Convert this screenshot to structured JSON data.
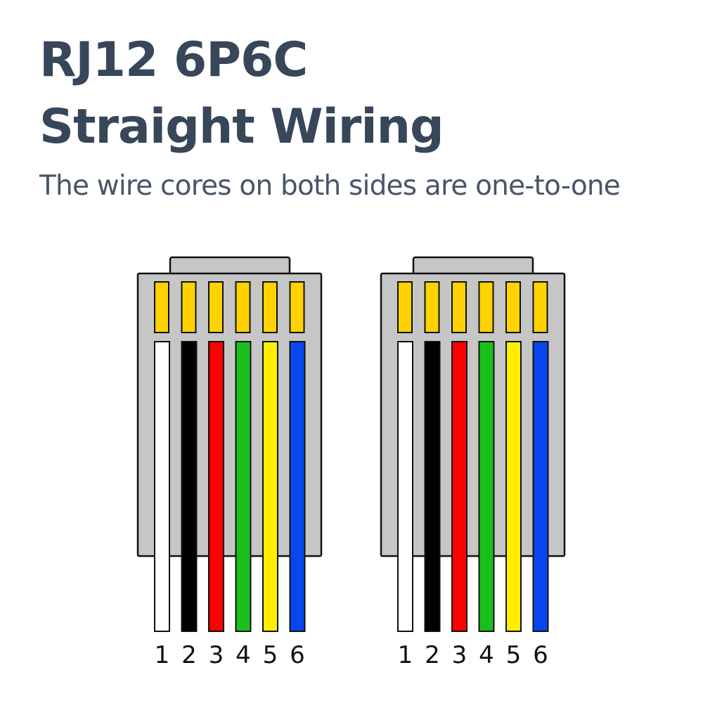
{
  "header": {
    "title_line_1": "RJ12 6P6C",
    "title_line_2": "Straight Wiring",
    "subtitle": "The wire cores on both sides are one-to-one"
  },
  "colors": {
    "text_dark": "#374659",
    "connector_body": "#c6c6c6",
    "outline": "#111111",
    "contact_gold": "#ffd200"
  },
  "connectors": [
    {
      "name": "left",
      "pins": [
        {
          "label": "1",
          "color": "#ffffff"
        },
        {
          "label": "2",
          "color": "#000000"
        },
        {
          "label": "3",
          "color": "#ff0000"
        },
        {
          "label": "4",
          "color": "#1bbf1b"
        },
        {
          "label": "5",
          "color": "#ffee00"
        },
        {
          "label": "6",
          "color": "#0a46f0"
        }
      ]
    },
    {
      "name": "right",
      "pins": [
        {
          "label": "1",
          "color": "#ffffff"
        },
        {
          "label": "2",
          "color": "#000000"
        },
        {
          "label": "3",
          "color": "#ff0000"
        },
        {
          "label": "4",
          "color": "#1bbf1b"
        },
        {
          "label": "5",
          "color": "#ffee00"
        },
        {
          "label": "6",
          "color": "#0a46f0"
        }
      ]
    }
  ]
}
